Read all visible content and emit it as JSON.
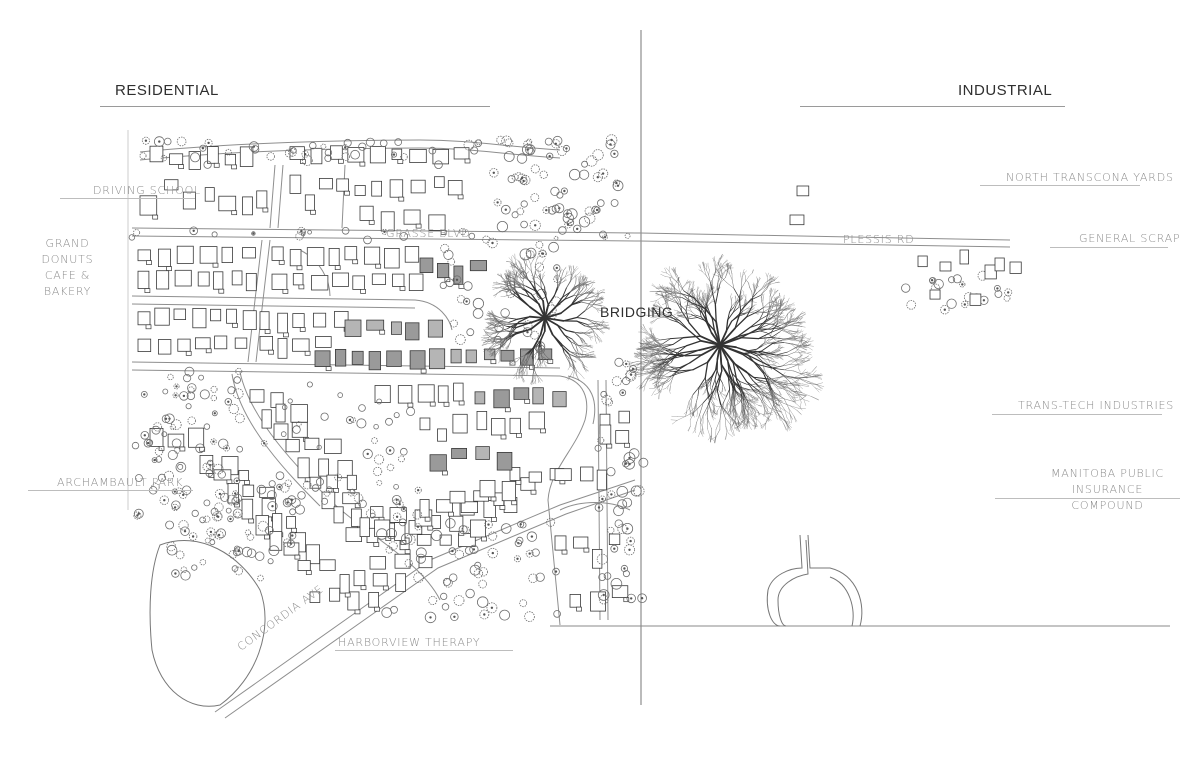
{
  "headings": {
    "residential": "RESIDENTIAL",
    "industrial": "INDUSTRIAL",
    "bridging": "BRIDGING"
  },
  "streets": {
    "grasse": "GRASSE BLVD",
    "plessis": "PLESSIS RD",
    "concordia": "CONCORDIA AVE"
  },
  "places": {
    "driving_school": "DRIVING SCHOOL",
    "grand_donuts_line1": "GRAND DONUTS",
    "grand_donuts_line2": "CAFE & BAKERY",
    "archambault": "ARCHAMBAULT PARK",
    "harborview": "HARBORVIEW THERAPY",
    "north_transcona": "NORTH TRANSCONA YARDS",
    "general_scrap": "GENERAL SCRAP",
    "trans_tech": "TRANS-TECH INDUSTRIES",
    "manitoba_line1": "MANITOBA PUBLIC",
    "manitoba_line2": "INSURANCE COMPOUND"
  },
  "colors": {
    "ink": "#3a3a3a",
    "light_ink": "#9a9a9a",
    "building_fill": "#ffffff",
    "building_dark": "#8c8c8c",
    "tree": "#6e6e6e"
  }
}
